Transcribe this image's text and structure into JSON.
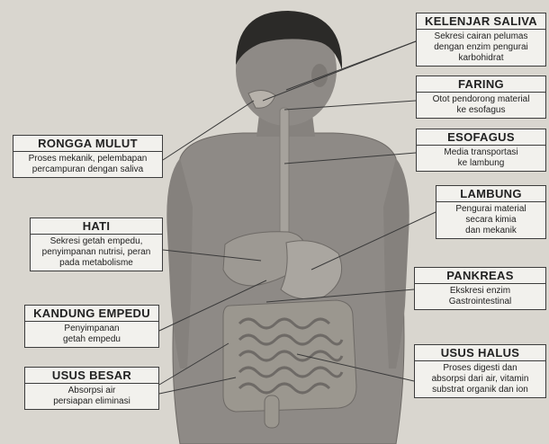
{
  "labels": {
    "kelenjar_saliva": {
      "title": "KELENJAR SALIVA",
      "desc": "Sekresi cairan pelumas\ndengan enzim pengurai\nkarbohidrat"
    },
    "faring": {
      "title": "FARING",
      "desc": "Otot pendorong material\nke esofagus"
    },
    "esofagus": {
      "title": "ESOFAGUS",
      "desc": "Media transportasi\nke lambung"
    },
    "lambung": {
      "title": "LAMBUNG",
      "desc": "Pengurai material\nsecara kimia\ndan mekanik"
    },
    "pankreas": {
      "title": "PANKREAS",
      "desc": "Ekskresi enzim\nGastrointestinal"
    },
    "usus_halus": {
      "title": "USUS HALUS",
      "desc": "Proses digesti dan\nabsorpsi dari air, vitamin\nsubstrat organik dan ion"
    },
    "rongga_mulut": {
      "title": "RONGGA MULUT",
      "desc": "Proses mekanik, pelembapan\npercampuran dengan saliva"
    },
    "hati": {
      "title": "HATI",
      "desc": "Sekresi getah empedu,\npenyimpanan nutrisi, peran\npada metabolisme"
    },
    "kandung_empedu": {
      "title": "KANDUNG EMPEDU",
      "desc": "Penyimpanan\ngetah empedu"
    },
    "usus_besar": {
      "title": "USUS BESAR",
      "desc": "Absorpsi air\npersiapan eliminasi"
    }
  },
  "colors": {
    "background": "#d9d6cf",
    "skin": "#8e8a86",
    "skin_dark": "#6e6a66",
    "hair": "#2b2a28",
    "organ": "#a6a29c",
    "organ_dark": "#7d7a75",
    "line": "#3a3a3a"
  }
}
